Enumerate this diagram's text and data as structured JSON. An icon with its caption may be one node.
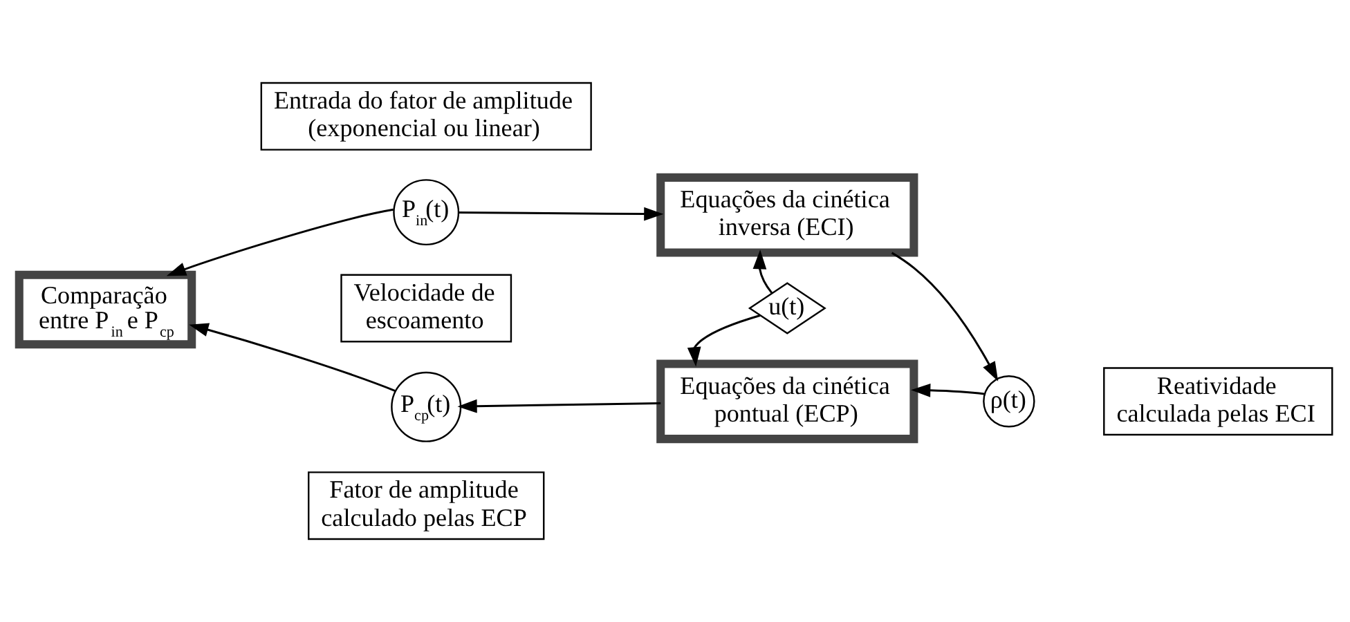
{
  "diagram": {
    "nodes": [
      {
        "text": [
          "Entrada do fator de amplitude (exponencial ou linear)"
        ]
      },
      {
        "text": [
          "P$_{in}$(t)"
        ]
      },
      {
        "text": [
          "Equações da cinética inversa (ECI)"
        ]
      },
      {
        "text": [
          "Comparação entre P$_{in}$ e P$_{cp}$"
        ]
      },
      {
        "text": [
          "Velocidade de escoamento"
        ]
      },
      {
        "text": [
          "u(t)"
        ]
      },
      {
        "text": [
          "ρ(t)"
        ]
      },
      {
        "text": [
          "Reatividade calculada pelas ECI"
        ]
      },
      {
        "text": [
          "Equações da cinética pontual (ECP)"
        ]
      },
      {
        "text": [
          "P$_{cp}$(t)"
        ]
      },
      {
        "text": [
          "Fator de amplitude calculado pelas ECP"
        ]
      }
    ],
    "edges": [
      {
        "from": 1,
        "to": 2,
        "arrow": "to"
      },
      {
        "from": 1,
        "to": 3,
        "arrow": "to"
      },
      {
        "from": 2,
        "to": 6,
        "arrow": "to"
      },
      {
        "from": 5,
        "to": 2,
        "arrow": "to"
      },
      {
        "from": 5,
        "to": 8,
        "arrow": "to"
      },
      {
        "from": 6,
        "to": 8,
        "arrow": "to"
      },
      {
        "from": 8,
        "to": 9,
        "arrow": "to"
      },
      {
        "from": 9,
        "to": 3,
        "arrow": "to"
      }
    ]
  }
}
